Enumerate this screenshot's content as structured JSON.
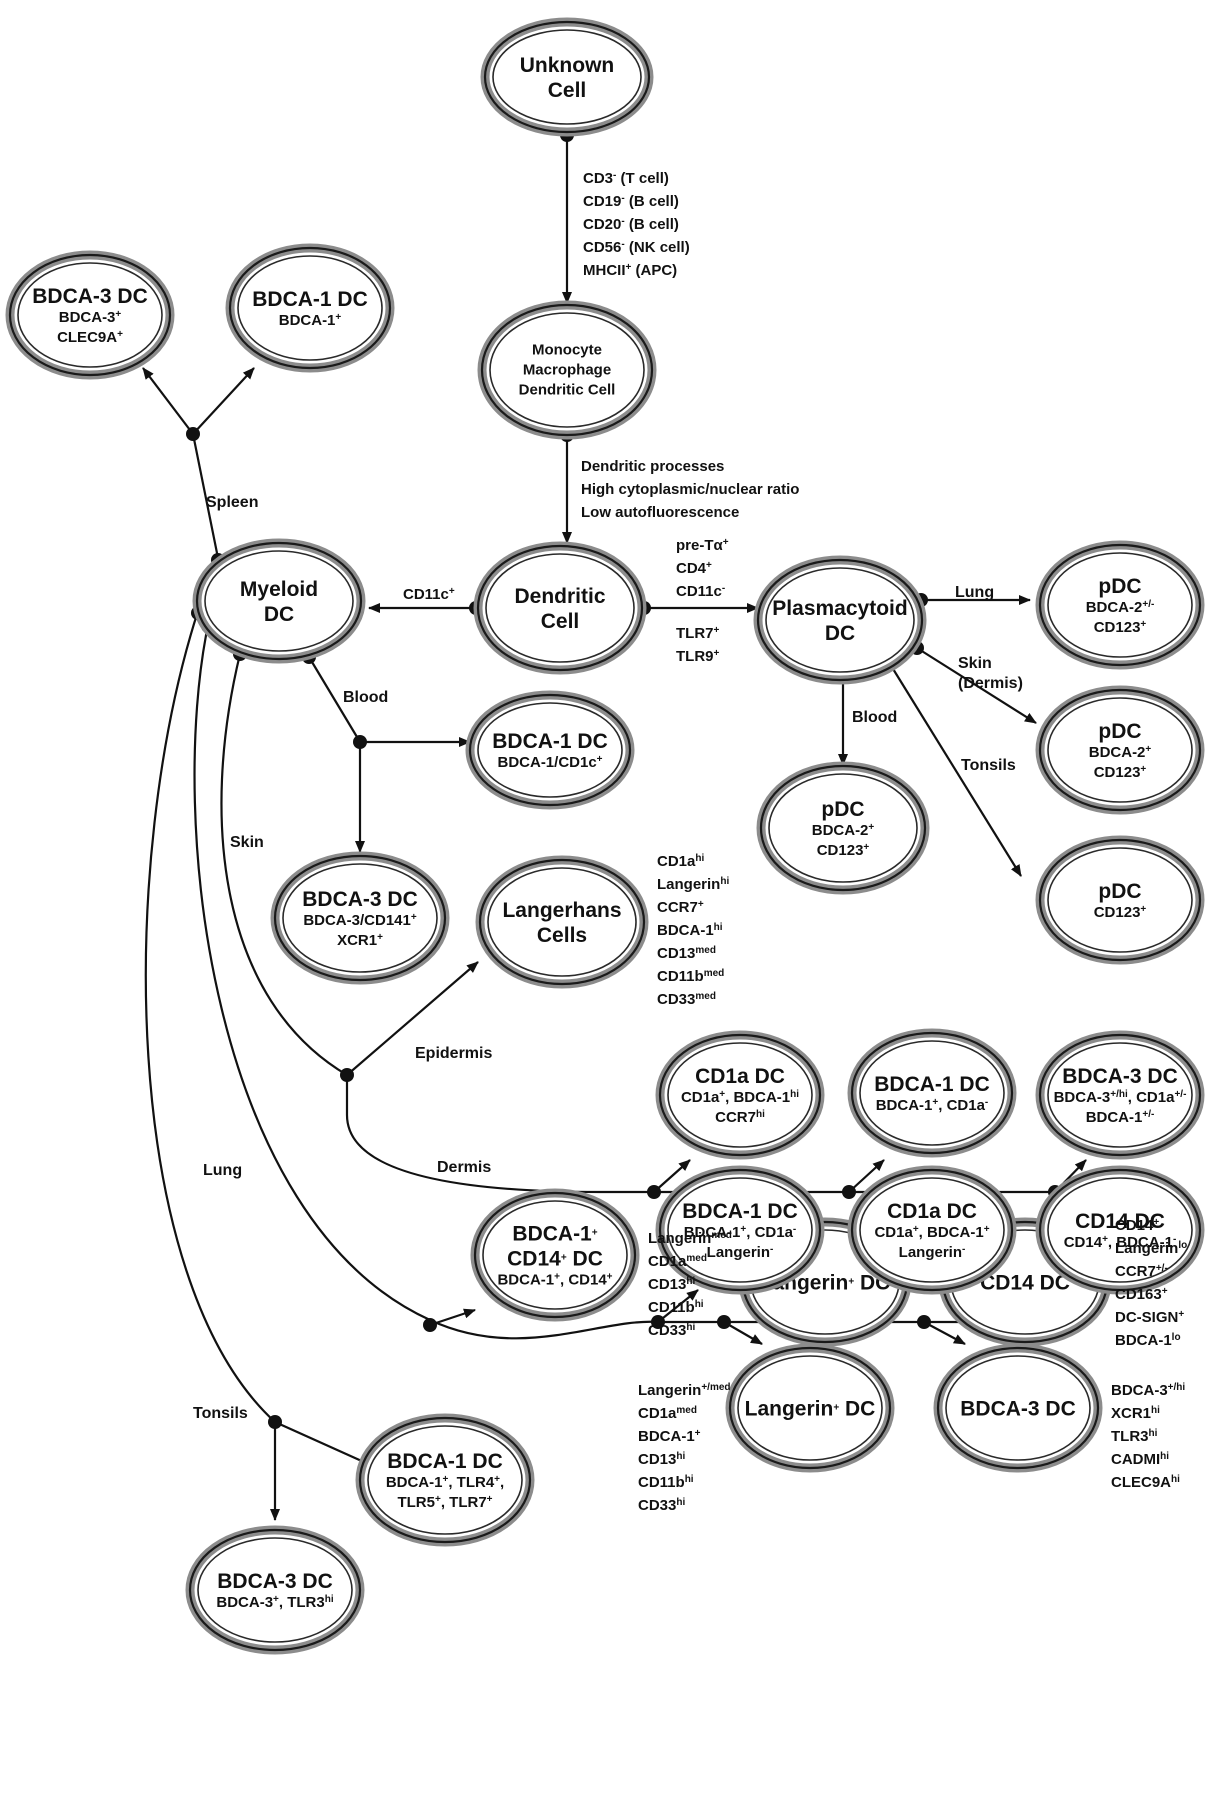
{
  "nodes": [
    {
      "id": "unknown",
      "lines": [
        {
          "t": "Unknown",
          "s": "title"
        },
        {
          "t": "Cell",
          "s": "title"
        }
      ]
    },
    {
      "id": "monocyte",
      "lines": [
        {
          "t": "Monocyte",
          "s": "sub"
        },
        {
          "t": "Macrophage",
          "s": "sub"
        },
        {
          "t": "Dendritic Cell",
          "s": "sub"
        }
      ]
    },
    {
      "id": "dendritic",
      "lines": [
        {
          "t": "Dendritic",
          "s": "title"
        },
        {
          "t": "Cell",
          "s": "title"
        }
      ]
    },
    {
      "id": "myeloid",
      "lines": [
        {
          "t": "Myeloid",
          "s": "title"
        },
        {
          "t": "DC",
          "s": "title"
        }
      ]
    },
    {
      "id": "plasmacytoid",
      "lines": [
        {
          "t": "Plasmacytoid",
          "s": "title"
        },
        {
          "t": "DC",
          "s": "title"
        }
      ]
    },
    {
      "id": "spleen-bdca3",
      "lines": [
        {
          "t": "BDCA-3 DC",
          "s": "title"
        },
        {
          "t": "BDCA-3^+",
          "s": "sub"
        },
        {
          "t": "CLEC9A^+",
          "s": "sub"
        }
      ]
    },
    {
      "id": "spleen-bdca1",
      "lines": [
        {
          "t": "BDCA-1 DC",
          "s": "title"
        },
        {
          "t": "BDCA-1^+",
          "s": "sub"
        }
      ]
    },
    {
      "id": "blood-bdca1",
      "lines": [
        {
          "t": "BDCA-1 DC",
          "s": "title"
        },
        {
          "t": "BDCA-1/CD1c^+",
          "s": "sub"
        }
      ]
    },
    {
      "id": "blood-bdca3",
      "lines": [
        {
          "t": "BDCA-3 DC",
          "s": "title"
        },
        {
          "t": "BDCA-3/CD141^+",
          "s": "sub"
        },
        {
          "t": "XCR1^+",
          "s": "sub"
        }
      ]
    },
    {
      "id": "langerhans",
      "lines": [
        {
          "t": "Langerhans",
          "s": "title"
        },
        {
          "t": "Cells",
          "s": "title"
        }
      ]
    },
    {
      "id": "pdc-lung",
      "lines": [
        {
          "t": "pDC",
          "s": "title"
        },
        {
          "t": "BDCA-2^+/-",
          "s": "sub"
        },
        {
          "t": "CD123^+",
          "s": "sub"
        }
      ]
    },
    {
      "id": "pdc-skin",
      "lines": [
        {
          "t": "pDC",
          "s": "title"
        },
        {
          "t": "BDCA-2^+",
          "s": "sub"
        },
        {
          "t": "CD123^+",
          "s": "sub"
        }
      ]
    },
    {
      "id": "pdc-blood",
      "lines": [
        {
          "t": "pDC",
          "s": "title"
        },
        {
          "t": "BDCA-2^+",
          "s": "sub"
        },
        {
          "t": "CD123^+",
          "s": "sub"
        }
      ]
    },
    {
      "id": "pdc-tonsils",
      "lines": [
        {
          "t": "pDC",
          "s": "title"
        },
        {
          "t": "CD123^+",
          "s": "sub"
        }
      ]
    },
    {
      "id": "dermis-cd1a",
      "lines": [
        {
          "t": "CD1a DC",
          "s": "title"
        },
        {
          "t": "CD1a^+, BDCA-1^hi",
          "s": "sub"
        },
        {
          "t": "CCR7^hi",
          "s": "sub"
        }
      ]
    },
    {
      "id": "dermis-bdca1",
      "lines": [
        {
          "t": "BDCA-1 DC",
          "s": "title"
        },
        {
          "t": "BDCA-1^+, CD1a^-",
          "s": "sub"
        }
      ]
    },
    {
      "id": "dermis-bdca3",
      "lines": [
        {
          "t": "BDCA-3 DC",
          "s": "title"
        },
        {
          "t": "BDCA-3^+/hi, CD1a^+/-",
          "s": "sub"
        },
        {
          "t": "BDCA-1^+/-",
          "s": "sub"
        }
      ]
    },
    {
      "id": "dermis-langerin",
      "lines": [
        {
          "t": "Langerin^+ DC",
          "s": "title"
        }
      ]
    },
    {
      "id": "dermis-cd14",
      "lines": [
        {
          "t": "CD14 DC",
          "s": "title"
        }
      ]
    },
    {
      "id": "lung-bdca1cd14",
      "lines": [
        {
          "t": "BDCA-1^+",
          "s": "title"
        },
        {
          "t": "CD14^+ DC",
          "s": "title"
        },
        {
          "t": "BDCA-1^+, CD14^+",
          "s": "sub"
        }
      ]
    },
    {
      "id": "lung-bdca1",
      "lines": [
        {
          "t": "BDCA-1 DC",
          "s": "title"
        },
        {
          "t": "BDCA-1^+, CD1a^-",
          "s": "sub"
        },
        {
          "t": "Langerin^-",
          "s": "sub"
        }
      ]
    },
    {
      "id": "lung-cd1a",
      "lines": [
        {
          "t": "CD1a DC",
          "s": "title"
        },
        {
          "t": "CD1a^+, BDCA-1^+",
          "s": "sub"
        },
        {
          "t": "Langerin^-",
          "s": "sub"
        }
      ]
    },
    {
      "id": "lung-cd14",
      "lines": [
        {
          "t": "CD14 DC",
          "s": "title"
        },
        {
          "t": "CD14^+, BDCA-1^-",
          "s": "sub"
        }
      ]
    },
    {
      "id": "lung-langerin",
      "lines": [
        {
          "t": "Langerin^+ DC",
          "s": "title"
        }
      ]
    },
    {
      "id": "lung-bdca3",
      "lines": [
        {
          "t": "BDCA-3 DC",
          "s": "title"
        }
      ]
    },
    {
      "id": "tonsil-bdca1",
      "lines": [
        {
          "t": "BDCA-1 DC",
          "s": "title"
        },
        {
          "t": "BDCA-1^+, TLR4^+,",
          "s": "sub"
        },
        {
          "t": "TLR5^+, TLR7^+",
          "s": "sub"
        }
      ]
    },
    {
      "id": "tonsil-bdca3",
      "lines": [
        {
          "t": "BDCA-3 DC",
          "s": "title"
        },
        {
          "t": "BDCA-3^+, TLR3^hi",
          "s": "sub"
        }
      ]
    }
  ],
  "labels": [
    {
      "id": "unknown-markers",
      "cls": "marker",
      "lines": [
        "CD3^- (T cell)",
        "CD19^- (B cell)",
        "CD20^- (B cell)",
        "CD56^- (NK cell)",
        "MHCII^+ (APC)"
      ]
    },
    {
      "id": "monocyte-markers",
      "cls": "marker",
      "lines": [
        "Dendritic processes",
        "High cytoplasmic/nuclear ratio",
        "Low autofluorescence"
      ]
    },
    {
      "id": "pdc-markers-top",
      "cls": "marker",
      "lines": [
        "pre-Tα^+",
        "CD4^+",
        "CD11c^-"
      ]
    },
    {
      "id": "pdc-markers-bottom",
      "cls": "marker",
      "lines": [
        "TLR7^+",
        "TLR9^+"
      ]
    },
    {
      "id": "cd11c-label",
      "cls": "marker",
      "lines": [
        "CD11c^+"
      ]
    },
    {
      "id": "spleen-label",
      "cls": "edge-label",
      "lines": [
        "Spleen"
      ]
    },
    {
      "id": "blood-label",
      "cls": "edge-label",
      "lines": [
        "Blood"
      ]
    },
    {
      "id": "skin-label",
      "cls": "edge-label",
      "lines": [
        "Skin"
      ]
    },
    {
      "id": "lung-label",
      "cls": "edge-label",
      "lines": [
        "Lung"
      ]
    },
    {
      "id": "tonsils-label",
      "cls": "edge-label",
      "lines": [
        "Tonsils"
      ]
    },
    {
      "id": "epidermis-label",
      "cls": "edge-label",
      "lines": [
        "Epidermis"
      ]
    },
    {
      "id": "dermis-label",
      "cls": "edge-label",
      "lines": [
        "Dermis"
      ]
    },
    {
      "id": "pdc-lung-label",
      "cls": "edge-label",
      "lines": [
        "Lung"
      ]
    },
    {
      "id": "pdc-skin-label",
      "cls": "edge-label",
      "lines": [
        "Skin",
        "(Dermis)"
      ]
    },
    {
      "id": "pdc-blood-label",
      "cls": "edge-label",
      "lines": [
        "Blood"
      ]
    },
    {
      "id": "pdc-tonsils-label",
      "cls": "edge-label",
      "lines": [
        "Tonsils"
      ]
    },
    {
      "id": "langerhans-markers",
      "cls": "marker",
      "lines": [
        "CD1a^hi",
        "Langerin^hi",
        "CCR7^+",
        "BDCA-1^hi",
        "CD13^med",
        "CD11b^med",
        "CD33^med"
      ]
    },
    {
      "id": "dermis-langerin-markers",
      "cls": "marker",
      "lines": [
        "Langerin^med",
        "CD1a^med",
        "CD13^hi",
        "CD11b^hi",
        "CD33^hi"
      ]
    },
    {
      "id": "dermis-cd14-markers",
      "cls": "marker",
      "lines": [
        "CD14^+",
        "Langerin^lo",
        "CCR7^+/-",
        "CD163^+",
        "DC-SIGN^+",
        "BDCA-1^lo"
      ]
    },
    {
      "id": "lung-langerin-markers",
      "cls": "marker",
      "lines": [
        "Langerin^+/med",
        "CD1a^med",
        "BDCA-1^+",
        "CD13^hi",
        "CD11b^hi",
        "CD33^hi"
      ]
    },
    {
      "id": "lung-bdca3-markers",
      "cls": "marker",
      "lines": [
        "BDCA-3^+/hi",
        "XCR1^hi",
        "TLR3^hi",
        "CADMI^hi",
        "CLEC9A^hi"
      ]
    }
  ]
}
